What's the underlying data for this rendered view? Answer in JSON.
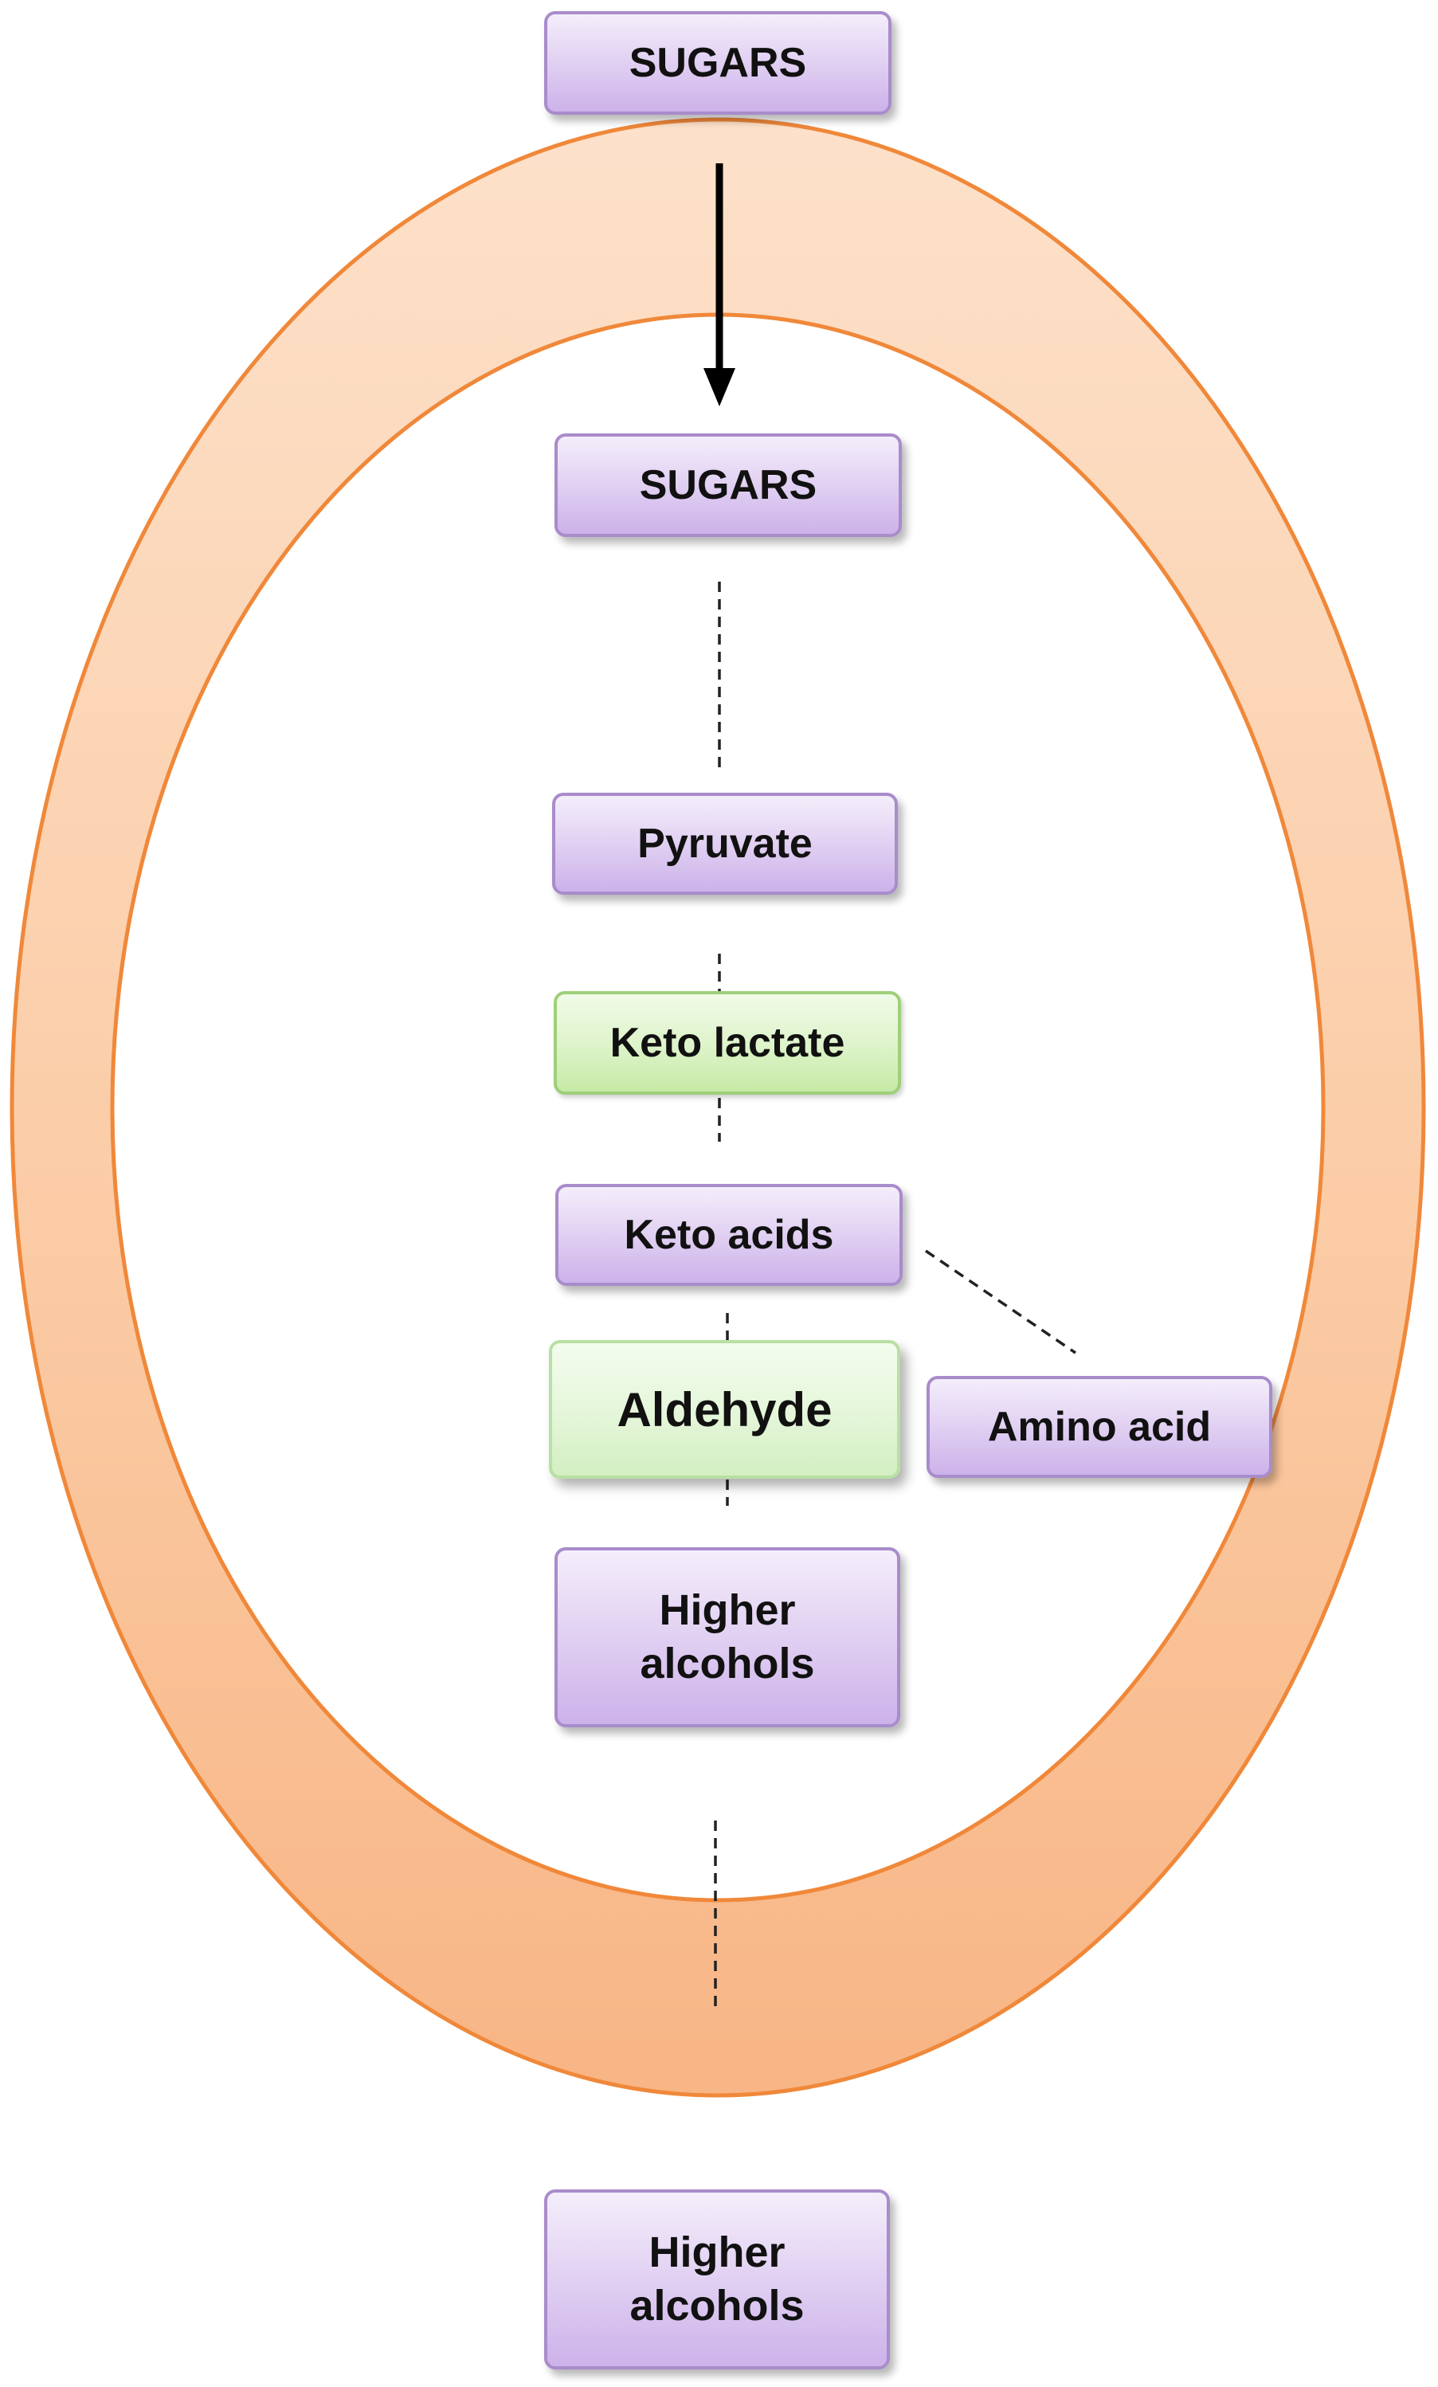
{
  "diagram": {
    "nodes": {
      "sugars_outside": "SUGARS",
      "sugars_inside": "SUGARS",
      "pyruvate": "Pyruvate",
      "keto_lactate": "Keto lactate",
      "keto_acids": "Keto acids",
      "aldehyde": "Aldehyde",
      "amino_acid": "Amino acid",
      "higher_alcohols_inside_line1": "Higher",
      "higher_alcohols_inside_line2": "alcohols",
      "higher_alcohols_outside_line1": "Higher",
      "higher_alcohols_outside_line2": "alcohols"
    },
    "colors": {
      "cell_membrane": "#f9b98a",
      "cell_membrane_edge": "#f0883a",
      "purple_box": "#dcc8f0",
      "green_box": "#d8f2c2",
      "arrow": "#000000"
    }
  }
}
